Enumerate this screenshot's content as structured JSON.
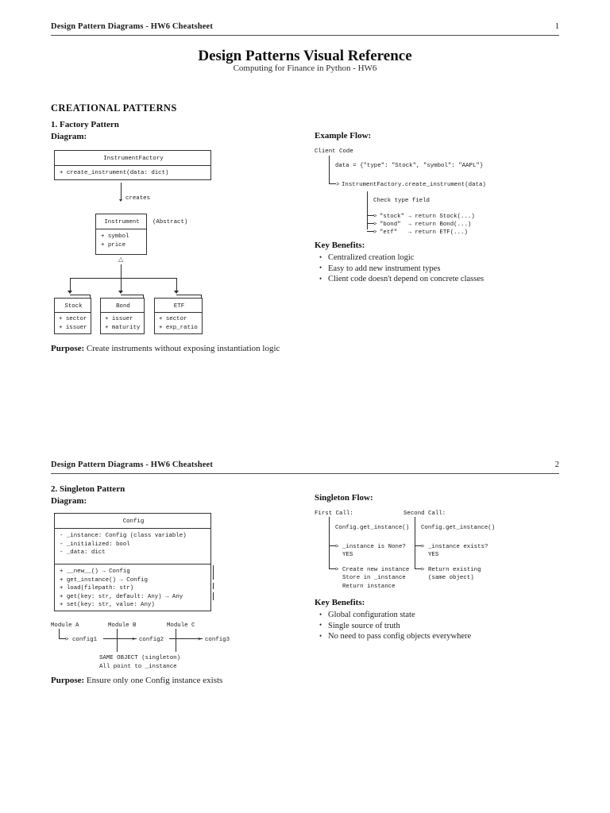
{
  "document": {
    "title": "Design Patterns Visual Reference",
    "subtitle": "Computing for Finance in Python - HW6",
    "running_header": "Design Pattern Diagrams - HW6 Cheatsheet"
  },
  "page1": {
    "page_number": "1",
    "section_heading": "CREATIONAL PATTERNS",
    "pattern_heading": "1. Factory Pattern",
    "diagram_label": "Diagram:",
    "factory_box": {
      "name": "InstrumentFactory",
      "members": [
        "+ create_instrument(data: dict)"
      ]
    },
    "creates_label": "creates",
    "instrument_box": {
      "name": "Instrument",
      "stereotype": "(Abstract)",
      "members": [
        "+ symbol",
        "+ price"
      ]
    },
    "subclasses": [
      {
        "name": "Stock",
        "members": [
          "+ sector",
          "+ issuer"
        ]
      },
      {
        "name": "Bond",
        "members": [
          "+ issuer",
          "+ maturity"
        ]
      },
      {
        "name": "ETF",
        "members": [
          "+ sector",
          "+ exp_ratio"
        ]
      }
    ],
    "purpose_label": "Purpose:",
    "purpose_text": "Create instruments without exposing instantiation logic",
    "example_flow_label": "Example Flow:",
    "flow": {
      "root": "Client Code",
      "data_line": "data = {\"type\": \"Stock\", \"symbol\": \"AAPL\"}",
      "call_line": "InstrumentFactory.create_instrument(data)",
      "check_line": "Check type field",
      "branches": [
        "\"stock\" → return Stock(...)",
        "\"bond\"  → return Bond(...)",
        "\"etf\"   → return ETF(...)"
      ]
    },
    "key_benefits_label": "Key Benefits:",
    "key_benefits": [
      "Centralized creation logic",
      "Easy to add new instrument types",
      "Client code doesn't depend on concrete classes"
    ]
  },
  "page2": {
    "page_number": "2",
    "pattern_heading": "2. Singleton Pattern",
    "diagram_label": "Diagram:",
    "config_box": {
      "name": "Config",
      "attributes": [
        "- _instance: Config (class variable)",
        "- _initialized: bool",
        "- _data: dict"
      ],
      "methods": [
        "+ __new__() → Config",
        "+ get_instance() → Config",
        "+ load(filepath: str)",
        "+ get(key: str, default: Any) → Any",
        "+ set(key: str, value: Any)"
      ]
    },
    "modules": [
      {
        "label": "Module A",
        "config": "config1"
      },
      {
        "label": "Module B",
        "config": "config2"
      },
      {
        "label": "Module C",
        "config": "config3"
      }
    ],
    "module_note_1": "SAME OBJECT (singleton)",
    "module_note_2": "All point to _instance",
    "purpose_label": "Purpose:",
    "purpose_text": "Ensure only one Config instance exists",
    "singleton_flow_label": "Singleton Flow:",
    "flow": {
      "first_call_label": "First Call:",
      "second_call_label": "Second Call:",
      "first_call_method": "Config.get_instance()",
      "second_call_method": "Config.get_instance()",
      "first_check": "_instance is None?",
      "first_check_answer": "YES",
      "second_check": "_instance exists?",
      "second_check_answer": "YES",
      "first_result_1": "Create new instance",
      "first_result_2": "Store in _instance",
      "first_result_3": "Return instance",
      "second_result_1": "Return existing",
      "second_result_2": "(same object)"
    },
    "key_benefits_label": "Key Benefits:",
    "key_benefits": [
      "Global configuration state",
      "Single source of truth",
      "No need to pass config objects everywhere"
    ]
  }
}
